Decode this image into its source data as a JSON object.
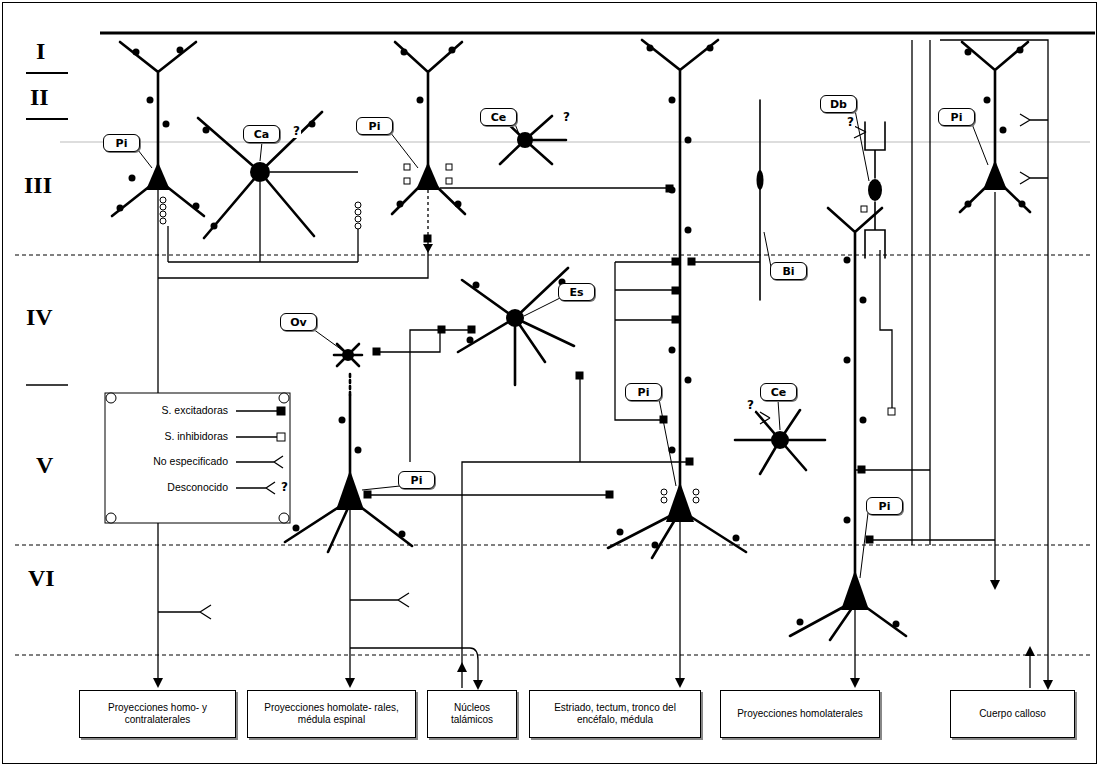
{
  "diagram": {
    "nodes": [
      {
        "text": [
          "Pi"
        ]
      },
      {
        "text": [
          "Ca"
        ]
      },
      {
        "text": [
          "Pi"
        ]
      },
      {
        "text": [
          "Ce"
        ]
      },
      {
        "text": [
          "Db"
        ]
      },
      {
        "text": [
          "Pi"
        ]
      },
      {
        "text": [
          "Bi"
        ]
      },
      {
        "text": [
          "Es"
        ]
      },
      {
        "text": [
          "Ov"
        ]
      },
      {
        "text": [
          "Pi"
        ]
      },
      {
        "text": [
          "Ce"
        ]
      },
      {
        "text": [
          "Pi"
        ]
      },
      {
        "text": [
          "Pi"
        ]
      },
      {
        "text": [
          "Proyecciones homo- y contralaterales"
        ]
      },
      {
        "text": [
          "Proyecciones homolate- rales, médula espinal"
        ]
      },
      {
        "text": [
          "Núcleos talámicos"
        ]
      },
      {
        "text": [
          "Estriado, tectum, tronco del encéfalo, médula"
        ]
      },
      {
        "text": [
          "Proyecciones homolaterales"
        ]
      },
      {
        "text": [
          "Cuerpo calloso"
        ]
      }
    ],
    "labels": [
      "I",
      "II",
      "III",
      "IV",
      "V",
      "VI",
      "?",
      "?",
      "?",
      "?",
      "?"
    ],
    "legend": [
      {
        "text": "S. excitadoras"
      },
      {
        "text": "S. inhibidoras"
      },
      {
        "text": "No especificado"
      },
      {
        "text": "Desconocido"
      }
    ]
  }
}
